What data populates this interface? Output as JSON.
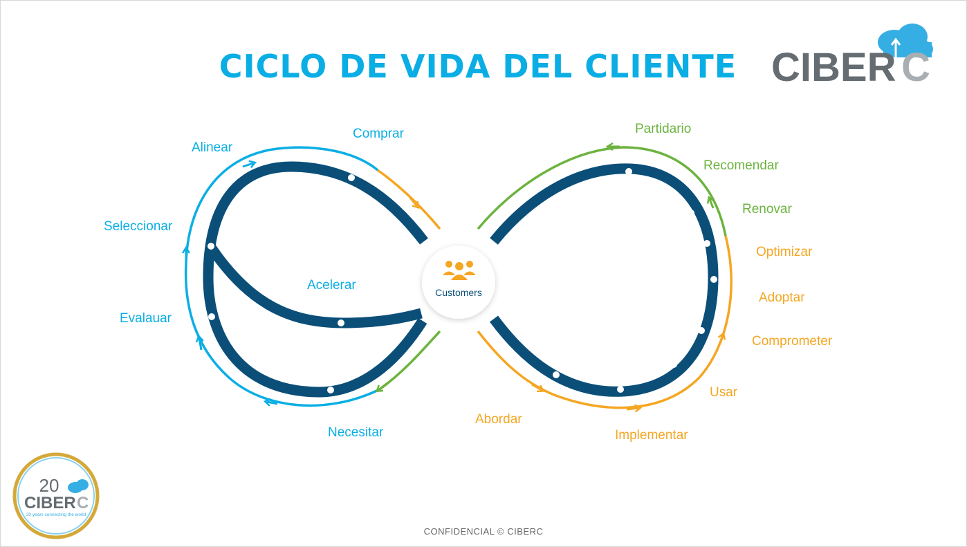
{
  "title": "CICLO DE VIDA DEL CLIENTE",
  "logo": {
    "text": "CIBER",
    "accent": "C"
  },
  "center": {
    "label": "Customers",
    "icon": "people-group-icon"
  },
  "left_loop": {
    "labels": {
      "comprar": "Comprar",
      "alinear": "Alinear",
      "seleccionar": "Seleccionar",
      "acelerar": "Acelerar",
      "evaluar": "Evalauar",
      "necesitar": "Necesitar"
    }
  },
  "right_loop": {
    "labels": {
      "partidario": "Partidario",
      "recomendar": "Recomendar",
      "renovar": "Renovar",
      "optimizar": "Optimizar",
      "adoptar": "Adoptar",
      "comprometer": "Comprometer",
      "usar": "Usar",
      "implementar": "Implementar",
      "abordar": "Abordar"
    }
  },
  "badge": {
    "number": "20",
    "text": "CIBER",
    "accent": "C",
    "tagline": "20 years connecting the world"
  },
  "footer": "CONFIDENCIAL © CIBERC",
  "colors": {
    "blue": "#0aaee4",
    "green": "#6cb33f",
    "orange": "#f5a623",
    "navy": "#0b4f79",
    "gray": "#6b7479"
  }
}
